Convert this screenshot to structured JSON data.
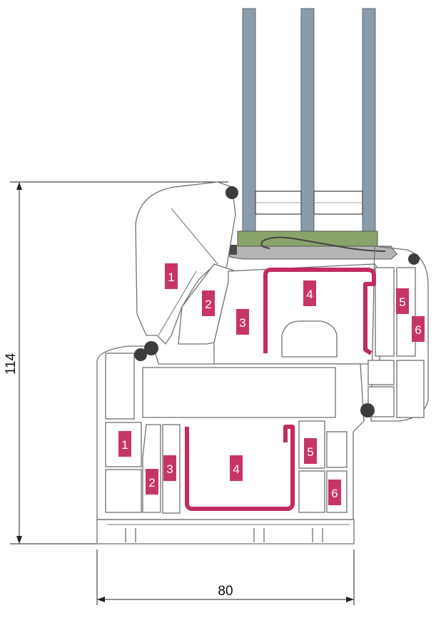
{
  "dimensions": {
    "height": "114",
    "width": "80"
  },
  "chamber_labels": {
    "sash": [
      "1",
      "2",
      "3",
      "4",
      "5",
      "6"
    ],
    "frame": [
      "1",
      "2",
      "3",
      "4",
      "5",
      "6"
    ]
  },
  "colors": {
    "glass": "#8a9ba9",
    "gasket_green": "#8aa36b",
    "profile_fill": "#ffffff",
    "profile_line": "#707070",
    "steel_reinforcement": "#c22a62",
    "label_bg": "#c73567",
    "gasket_dark": "#4a4a4a"
  },
  "components": [
    "glass-panes",
    "glazing-bead",
    "sash-profile",
    "frame-profile",
    "steel-reinforcement-sash",
    "steel-reinforcement-frame",
    "seals"
  ]
}
